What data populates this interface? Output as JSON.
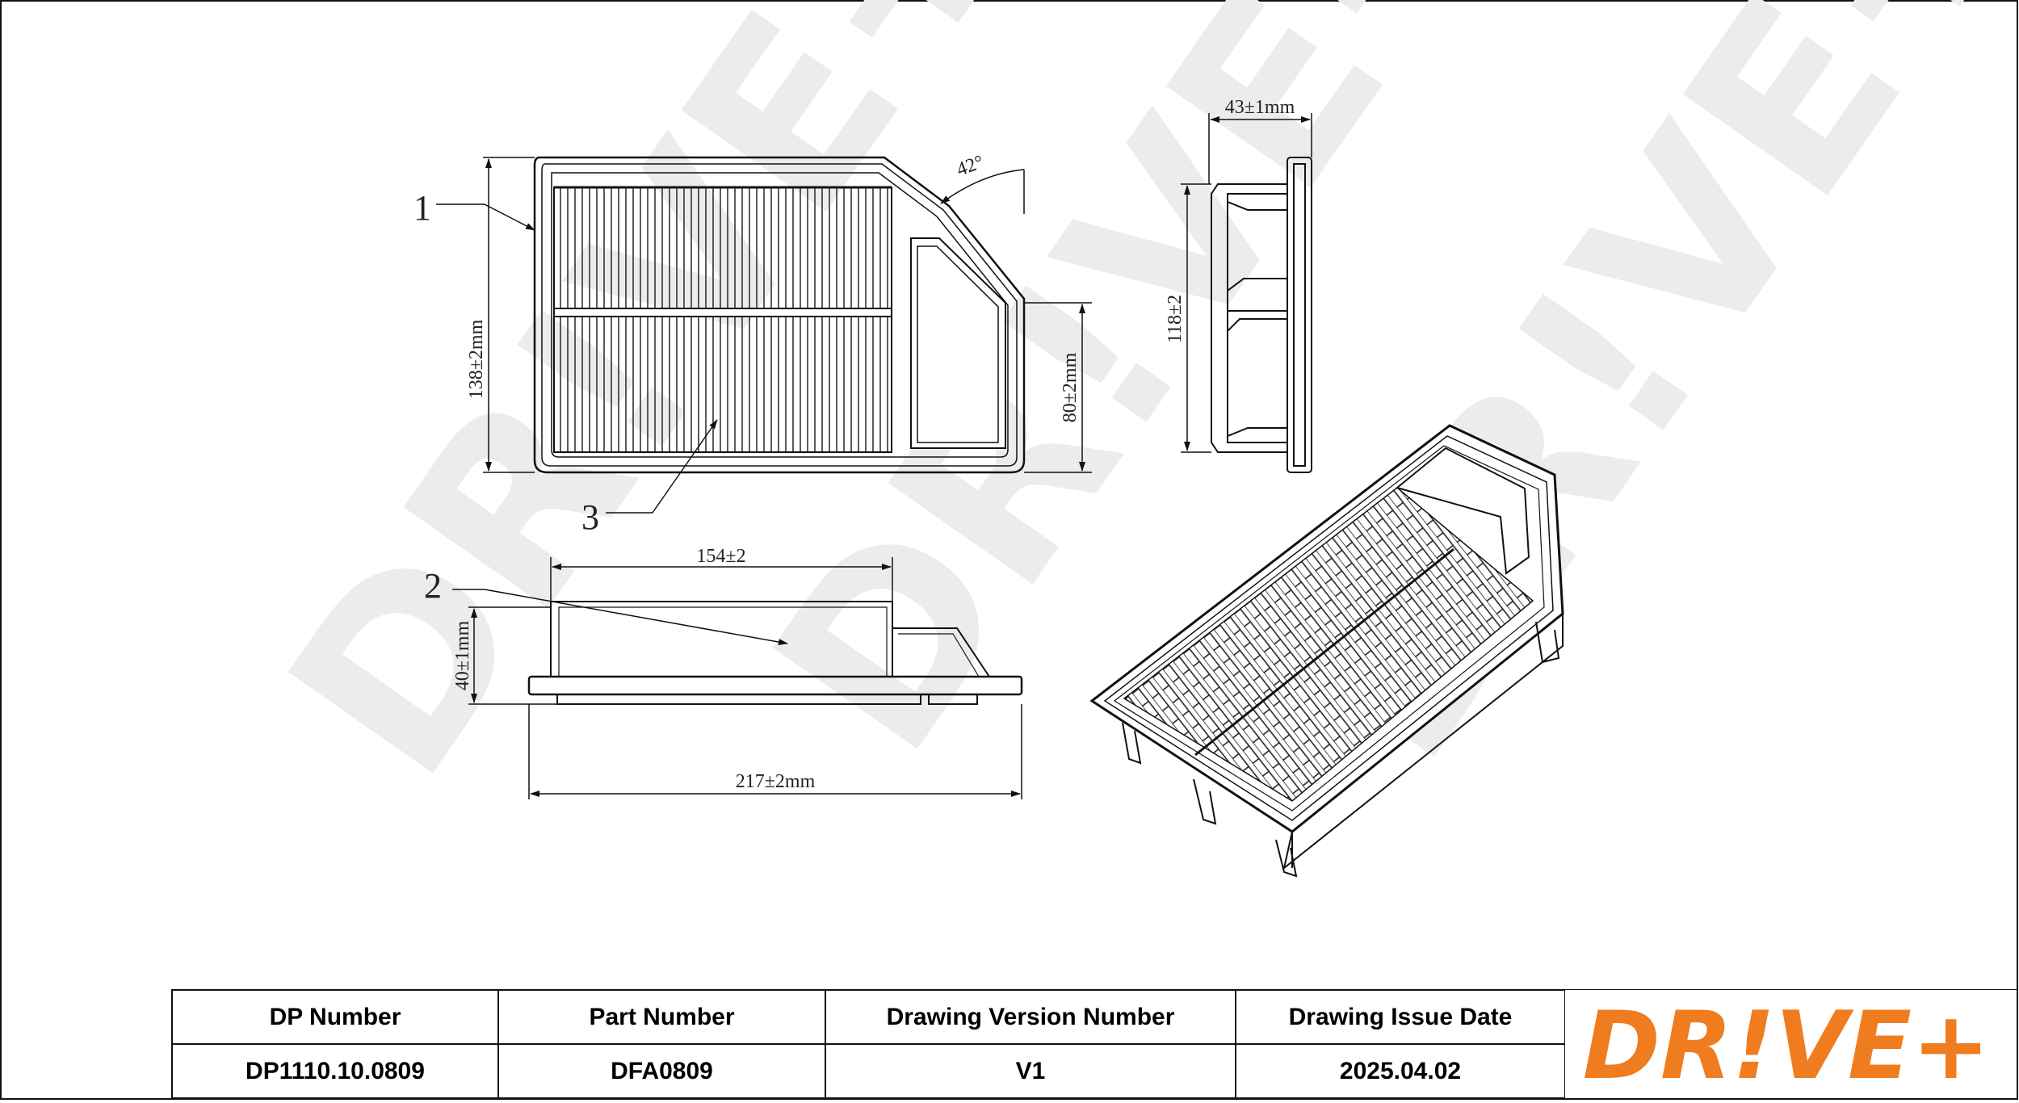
{
  "drawing": {
    "callouts": [
      "1",
      "2",
      "3"
    ],
    "dimensions": {
      "height_front": "138±2mm",
      "height_right": "80±2mm",
      "angle": "42°",
      "depth_top": "43±1mm",
      "height_side": "118±2",
      "width_inner": "154±2",
      "width_total": "217±2mm",
      "thickness": "40±1mm"
    },
    "watermark": "DR!VE+"
  },
  "title_block": {
    "headers": [
      "DP Number",
      "Part Number",
      "Drawing Version Number",
      "Drawing Issue Date"
    ],
    "values": [
      "DP1110.10.0809",
      "DFA0809",
      "V1",
      "2025.04.02"
    ]
  },
  "logo": {
    "text": "DR!VE+",
    "color": "#f07c20"
  }
}
